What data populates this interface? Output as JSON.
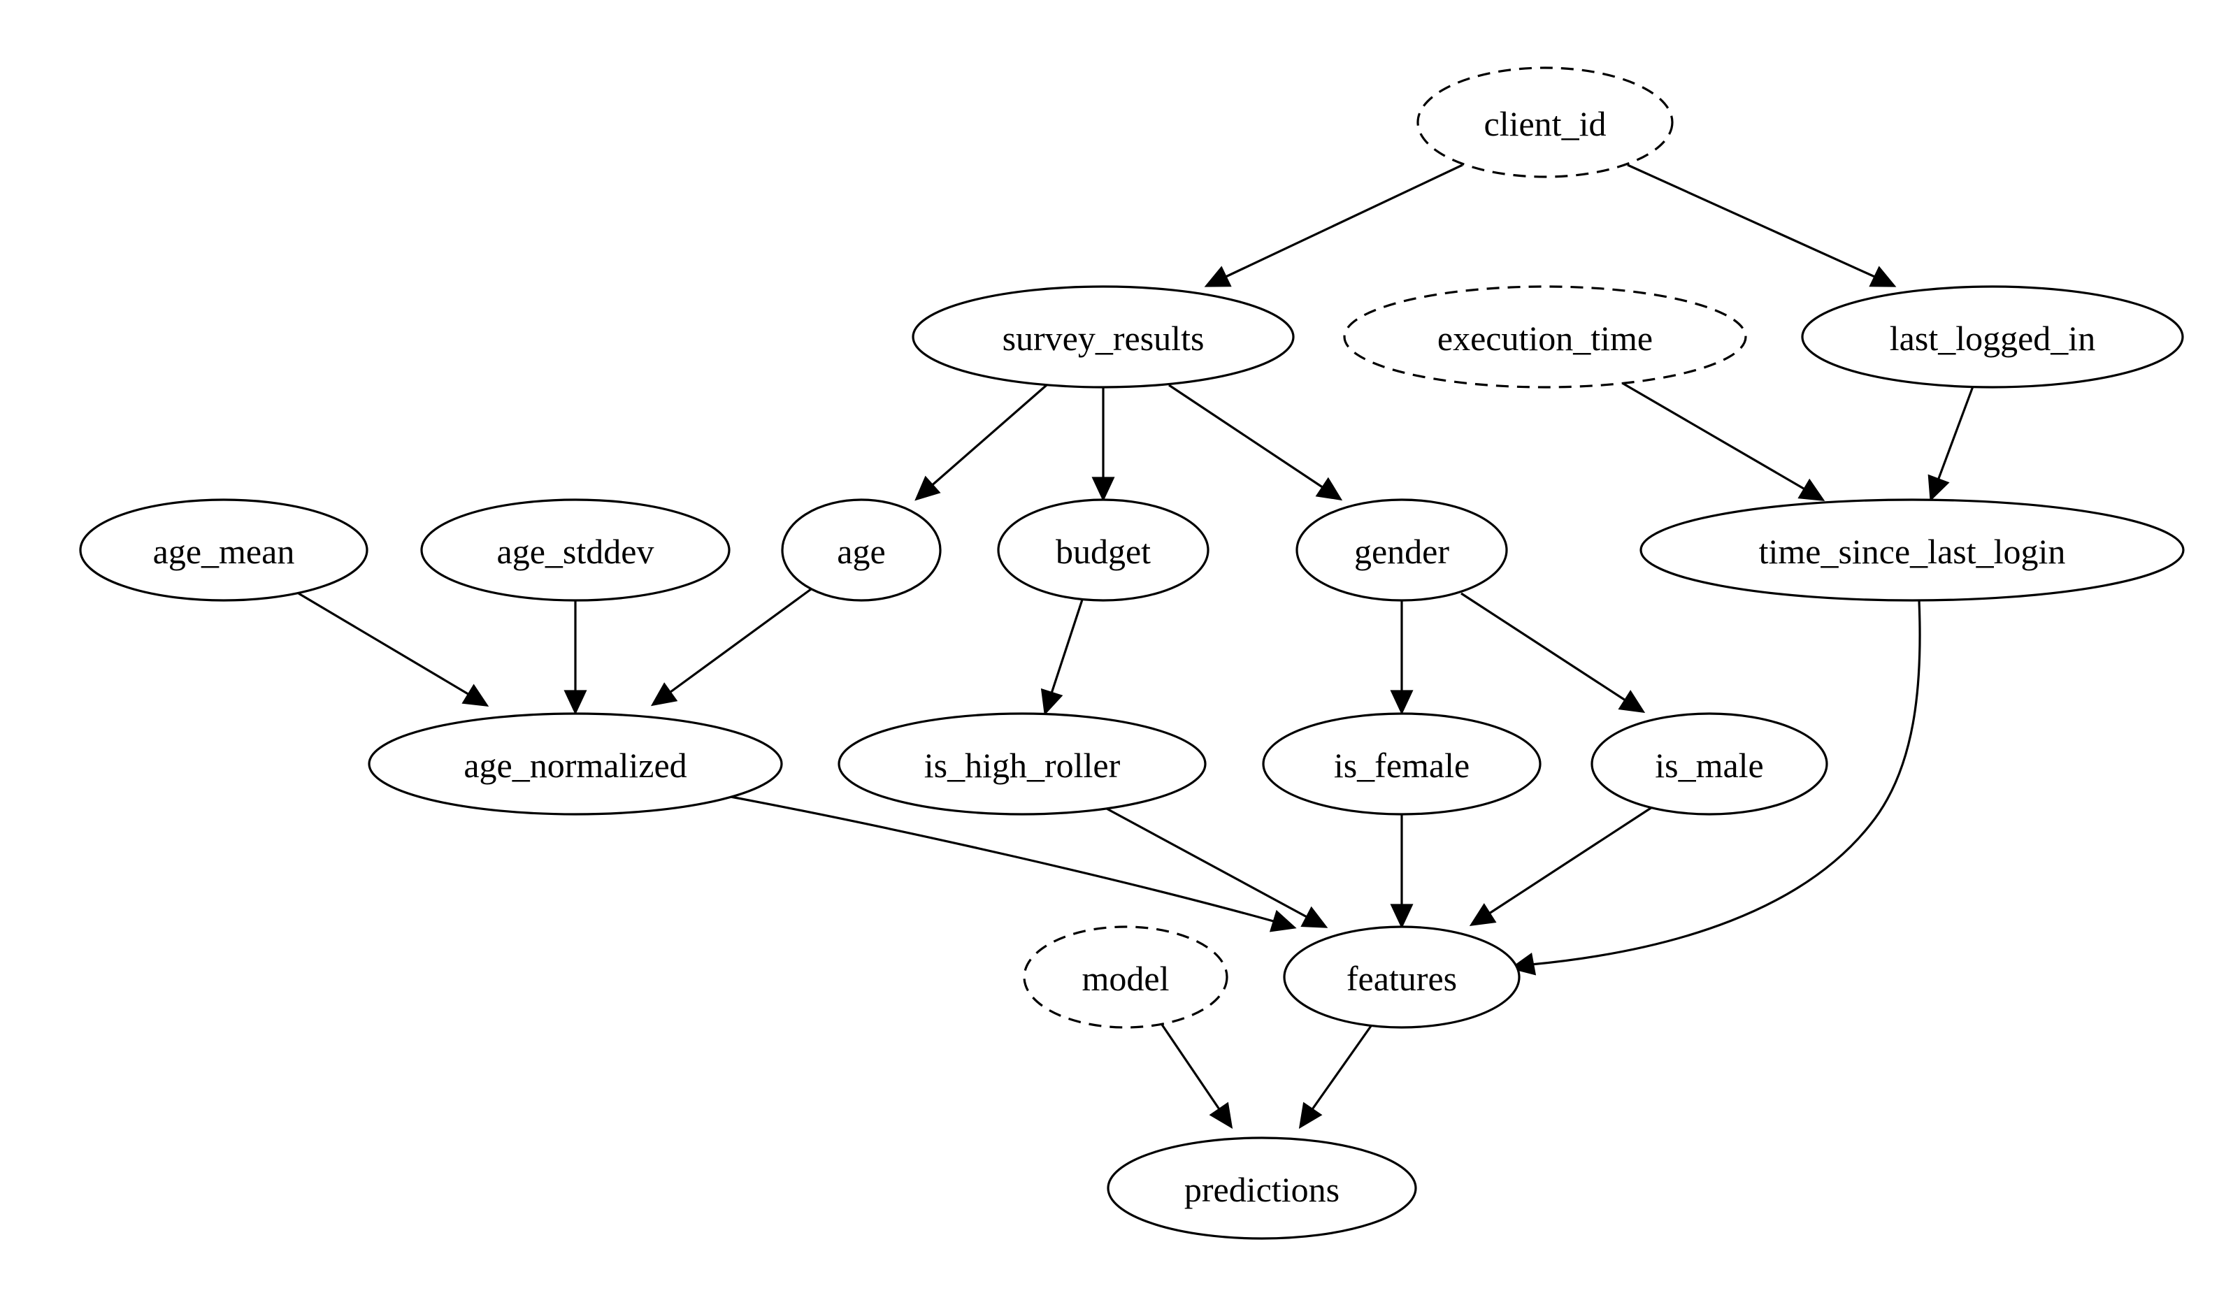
{
  "diagram": {
    "nodes": [
      {
        "id": "client_id",
        "label": "client_id",
        "style": "dashed"
      },
      {
        "id": "survey_results",
        "label": "survey_results",
        "style": "solid"
      },
      {
        "id": "execution_time",
        "label": "execution_time",
        "style": "dashed"
      },
      {
        "id": "last_logged_in",
        "label": "last_logged_in",
        "style": "solid"
      },
      {
        "id": "age_mean",
        "label": "age_mean",
        "style": "solid"
      },
      {
        "id": "age_stddev",
        "label": "age_stddev",
        "style": "solid"
      },
      {
        "id": "age",
        "label": "age",
        "style": "solid"
      },
      {
        "id": "budget",
        "label": "budget",
        "style": "solid"
      },
      {
        "id": "gender",
        "label": "gender",
        "style": "solid"
      },
      {
        "id": "time_since_last_login",
        "label": "time_since_last_login",
        "style": "solid"
      },
      {
        "id": "age_normalized",
        "label": "age_normalized",
        "style": "solid"
      },
      {
        "id": "is_high_roller",
        "label": "is_high_roller",
        "style": "solid"
      },
      {
        "id": "is_female",
        "label": "is_female",
        "style": "solid"
      },
      {
        "id": "is_male",
        "label": "is_male",
        "style": "solid"
      },
      {
        "id": "model",
        "label": "model",
        "style": "dashed"
      },
      {
        "id": "features",
        "label": "features",
        "style": "solid"
      },
      {
        "id": "predictions",
        "label": "predictions",
        "style": "solid"
      }
    ],
    "edges": [
      {
        "from": "client_id",
        "to": "survey_results"
      },
      {
        "from": "client_id",
        "to": "last_logged_in"
      },
      {
        "from": "survey_results",
        "to": "age"
      },
      {
        "from": "survey_results",
        "to": "budget"
      },
      {
        "from": "survey_results",
        "to": "gender"
      },
      {
        "from": "execution_time",
        "to": "time_since_last_login"
      },
      {
        "from": "last_logged_in",
        "to": "time_since_last_login"
      },
      {
        "from": "age_mean",
        "to": "age_normalized"
      },
      {
        "from": "age_stddev",
        "to": "age_normalized"
      },
      {
        "from": "age",
        "to": "age_normalized"
      },
      {
        "from": "budget",
        "to": "is_high_roller"
      },
      {
        "from": "gender",
        "to": "is_female"
      },
      {
        "from": "gender",
        "to": "is_male"
      },
      {
        "from": "age_normalized",
        "to": "features"
      },
      {
        "from": "is_high_roller",
        "to": "features"
      },
      {
        "from": "is_female",
        "to": "features"
      },
      {
        "from": "is_male",
        "to": "features"
      },
      {
        "from": "time_since_last_login",
        "to": "features"
      },
      {
        "from": "model",
        "to": "predictions"
      },
      {
        "from": "features",
        "to": "predictions"
      }
    ]
  }
}
